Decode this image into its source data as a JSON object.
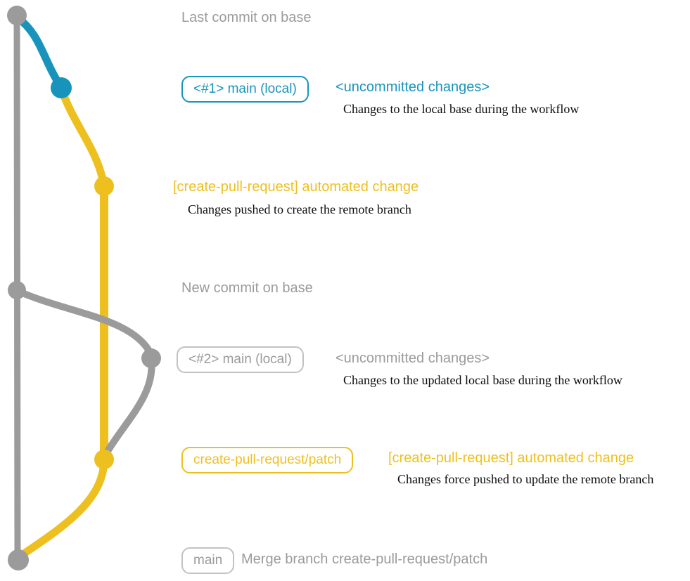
{
  "palette": {
    "gray": "#9b9b9b",
    "border_gray": "#c2c2c2",
    "teal": "#1894bc",
    "yellow": "#eec01f",
    "caption": "#0d0d0d"
  },
  "graph": {
    "base_branch_color": "#9b9b9b",
    "local_changes_color": "#1894bc",
    "remote_branch_color": "#eec01f",
    "commits": [
      {
        "id": "base-last-commit",
        "color": "gray"
      },
      {
        "id": "local-uncommitted-1",
        "color": "teal"
      },
      {
        "id": "remote-branch-created",
        "color": "yellow"
      },
      {
        "id": "base-new-commit",
        "color": "gray"
      },
      {
        "id": "local-uncommitted-2",
        "color": "gray"
      },
      {
        "id": "remote-branch-updated",
        "color": "yellow"
      },
      {
        "id": "merge-commit",
        "color": "gray"
      }
    ]
  },
  "rows": {
    "row1": {
      "label": "Last commit on base"
    },
    "row2": {
      "badge": "<#1> main (local)",
      "heading": "<uncommitted changes>",
      "caption": "Changes to the local base during the workflow"
    },
    "row3": {
      "heading": "[create-pull-request] automated change",
      "caption": "Changes pushed to create the remote branch"
    },
    "row4": {
      "label": "New commit on base"
    },
    "row5": {
      "badge": "<#2> main (local)",
      "heading": "<uncommitted changes>",
      "caption": "Changes to the updated local base during the workflow"
    },
    "row6": {
      "badge": "create-pull-request/patch",
      "heading": "[create-pull-request] automated change",
      "caption": "Changes force pushed to update the remote branch"
    },
    "row7": {
      "badge": "main",
      "label": "Merge branch create-pull-request/patch"
    }
  }
}
